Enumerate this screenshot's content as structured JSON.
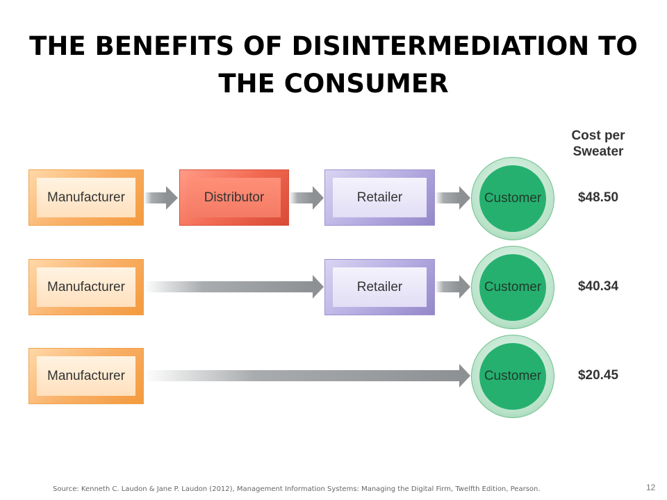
{
  "title": {
    "line1": "THE BENEFITS OF DISINTERMEDIATION TO",
    "line2": "THE CONSUMER"
  },
  "cost_header": "Cost per Sweater",
  "rows": [
    {
      "manufacturer": "Manufacturer",
      "distributor": "Distributor",
      "retailer": "Retailer",
      "customer": "Customer",
      "price": "$48.50"
    },
    {
      "manufacturer": "Manufacturer",
      "retailer": "Retailer",
      "customer": "Customer",
      "price": "$40.34"
    },
    {
      "manufacturer": "Manufacturer",
      "customer": "Customer",
      "price": "$20.45"
    }
  ],
  "source": "Source: Kenneth C. Laudon & Jane P. Laudon (2012), Management Information  Systems: Managing the Digital Firm, Twelfth Edition, Pearson.",
  "page_number": "12",
  "colors": {
    "manufacturer": "#f9b068",
    "distributor": "#f26a52",
    "retailer": "#b7aee2",
    "customer": "#26b070",
    "arrow": "#8e9194"
  }
}
